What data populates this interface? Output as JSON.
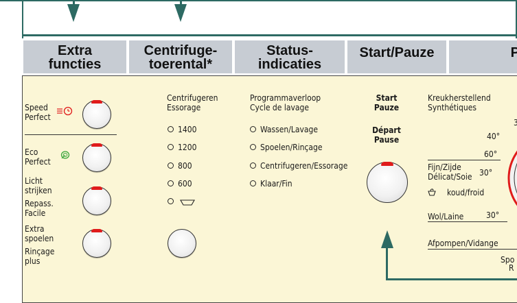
{
  "headers": [
    {
      "line1": "Extra",
      "line2": "functies"
    },
    {
      "line1": "Centrifuge-",
      "line2": "toerental*"
    },
    {
      "line1": "Status-",
      "line2": "indicaties"
    },
    {
      "line1": "Start/Pauze",
      "line2": ""
    },
    {
      "line1": "P",
      "line2": ""
    }
  ],
  "extra": {
    "speed": "Speed\nPerfect",
    "eco": "Eco\nPerfect",
    "licht": "Licht\nstrijken",
    "repass": "Repass.\nFacile",
    "extra_spoelen": "Extra\nspoelen",
    "rincage": "Rinçage\nplus"
  },
  "spin": {
    "title": "Centrifugeren\nEssorage",
    "options": [
      "1400",
      "1200",
      "800",
      "600"
    ]
  },
  "status": {
    "title": "Programmaverloop\nCycle de lavage",
    "items": [
      "Wassen/Lavage",
      "Spoelen/Rinçage",
      "Centrifugeren/Essorage",
      "Klaar/Fin"
    ]
  },
  "start": {
    "label": "Start\nPauze",
    "label_fr": "Départ\nPause"
  },
  "program": {
    "kreuk": "Kreukherstellend\nSynthétiques",
    "t40": "40°",
    "t60": "60°",
    "fijn": "Fijn/Zijde\nDélicat/Soie",
    "t30": "30°",
    "koud": "koud/froid",
    "wol": "Wol/Laine",
    "t30b": "30°",
    "afpompen": "Afpompen/Vidange",
    "spo": "Spo",
    "r": "R",
    "partial3": "3"
  },
  "colors": {
    "accent": "#2d6a63",
    "header_bg": "#c7ccd3",
    "panel_bg": "#fbf6d6",
    "knob_red": "#e01b1b"
  }
}
